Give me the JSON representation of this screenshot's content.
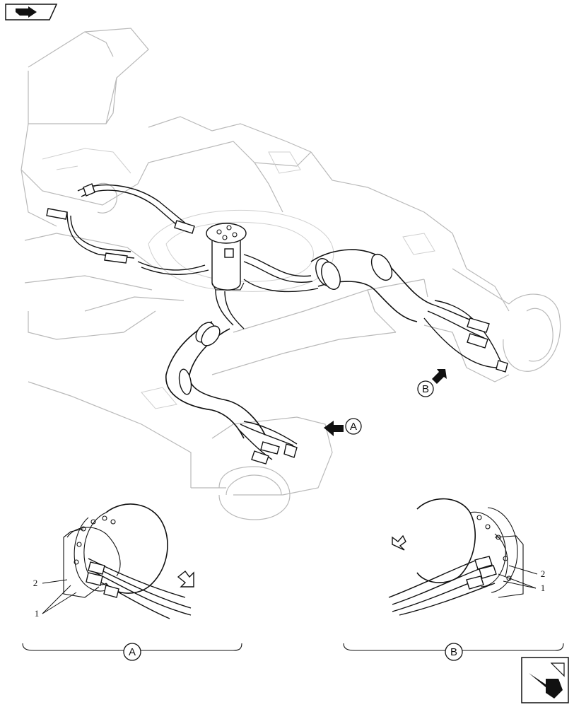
{
  "views": {
    "a": {
      "label": "A"
    },
    "b": {
      "label": "B"
    }
  },
  "callouts": {
    "item1": "1",
    "item2": "2"
  },
  "icons": {
    "top_left": "prev-page-icon",
    "bottom_right": "next-page-icon"
  }
}
